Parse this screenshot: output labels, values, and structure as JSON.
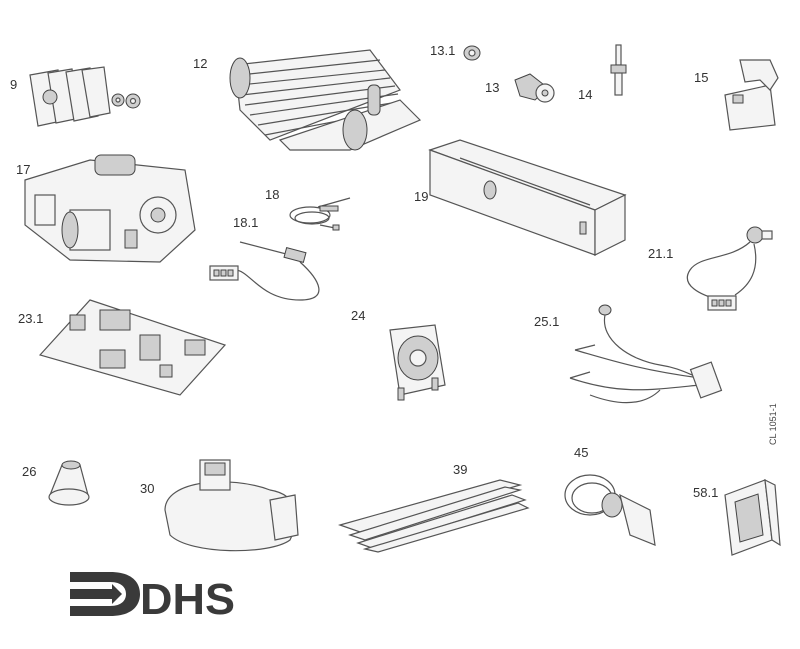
{
  "parts": [
    {
      "id": "9",
      "label": "9"
    },
    {
      "id": "12",
      "label": "12"
    },
    {
      "id": "13.1",
      "label": "13.1"
    },
    {
      "id": "13",
      "label": "13"
    },
    {
      "id": "14",
      "label": "14"
    },
    {
      "id": "15",
      "label": "15"
    },
    {
      "id": "17",
      "label": "17"
    },
    {
      "id": "18",
      "label": "18"
    },
    {
      "id": "18.1",
      "label": "18.1"
    },
    {
      "id": "19",
      "label": "19"
    },
    {
      "id": "21.1",
      "label": "21.1"
    },
    {
      "id": "23.1",
      "label": "23.1"
    },
    {
      "id": "24",
      "label": "24"
    },
    {
      "id": "25.1",
      "label": "25.1"
    },
    {
      "id": "26",
      "label": "26"
    },
    {
      "id": "30",
      "label": "30"
    },
    {
      "id": "39",
      "label": "39"
    },
    {
      "id": "45",
      "label": "45"
    },
    {
      "id": "58.1",
      "label": "58.1"
    }
  ],
  "drawing_code": "CL 1051-1",
  "logo_text": "DHS"
}
